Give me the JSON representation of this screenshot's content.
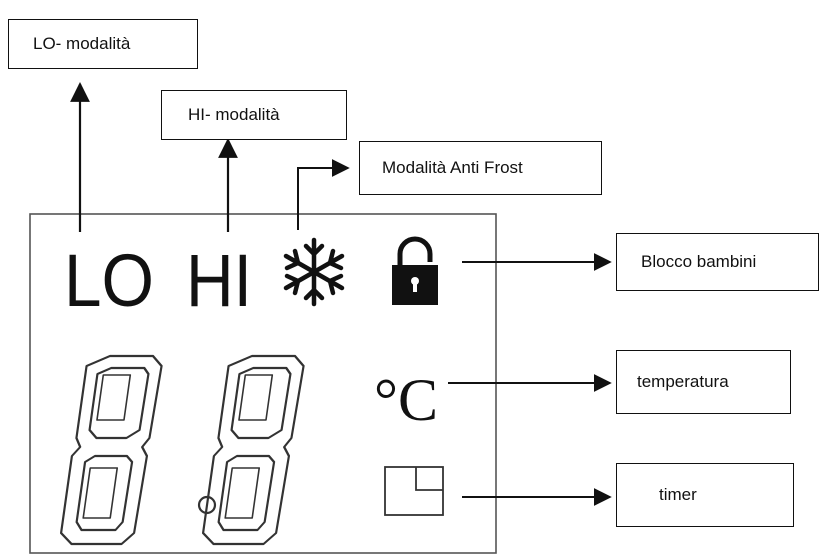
{
  "labels": {
    "lo_mode": "LO- modalità",
    "hi_mode": "HI- modalità",
    "anti_frost": "Modalità Anti Frost",
    "child_lock": "Blocco bambini",
    "temperature": "temperatura",
    "timer": "timer"
  },
  "display": {
    "lo_text": "LO",
    "hi_text": "HI",
    "celsius_text": "°C",
    "icons": [
      "snowflake-icon",
      "padlock-icon",
      "timer-icon",
      "seven-segment-digits"
    ]
  },
  "colors": {
    "line": "#111111",
    "background": "#ffffff"
  }
}
